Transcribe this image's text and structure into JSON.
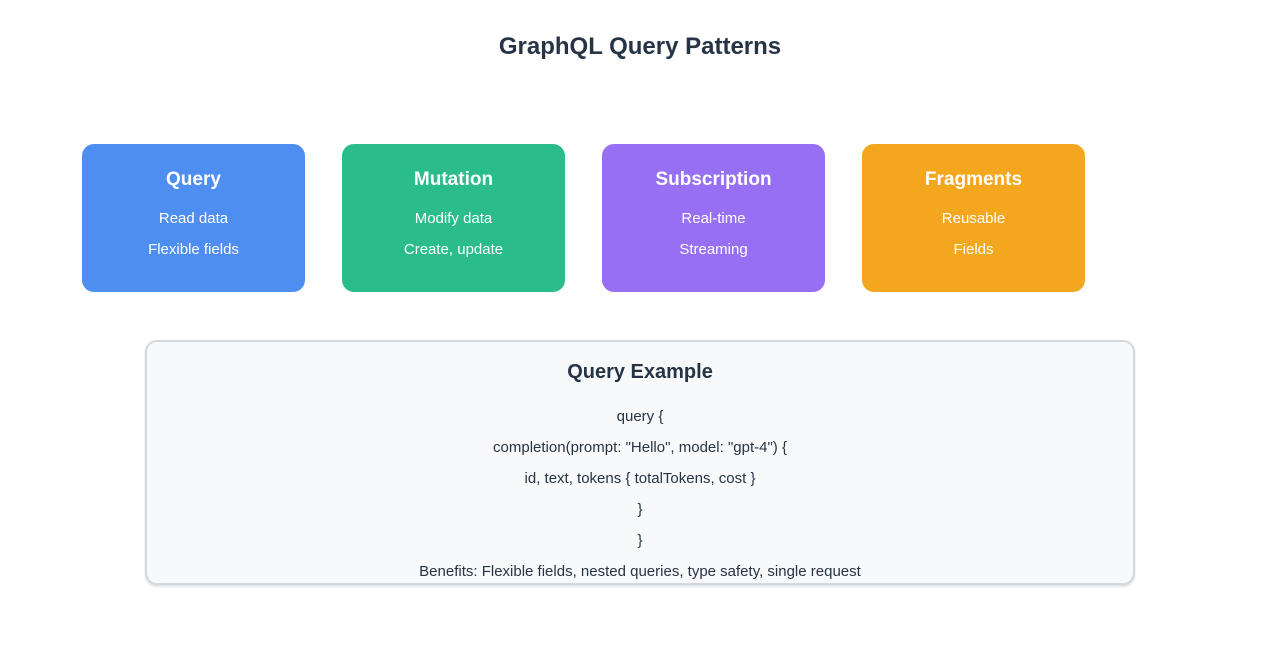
{
  "page": {
    "title": "GraphQL Query Patterns"
  },
  "cards": [
    {
      "title": "Query",
      "lines": [
        "Read data",
        "Flexible fields"
      ],
      "color": "#4d8ef0"
    },
    {
      "title": "Mutation",
      "lines": [
        "Modify data",
        "Create, update"
      ],
      "color": "#2abd8b"
    },
    {
      "title": "Subscription",
      "lines": [
        "Real-time",
        "Streaming"
      ],
      "color": "#976ff2"
    },
    {
      "title": "Fragments",
      "lines": [
        "Reusable",
        "Fields"
      ],
      "color": "#f3a71e"
    }
  ],
  "example": {
    "title": "Query Example",
    "code_lines": [
      "query {",
      "completion(prompt: \"Hello\", model: \"gpt-4\") {",
      "id, text, tokens { totalTokens, cost }",
      "}",
      "}"
    ],
    "benefits": "Benefits: Flexible fields, nested queries, type safety, single request"
  },
  "colors": {
    "text_dark": "#263445",
    "card_text": "#ffffff",
    "example_bg": "#f8f9fa",
    "example_border": "#d4d8de",
    "page_bg": "#ffffff"
  }
}
